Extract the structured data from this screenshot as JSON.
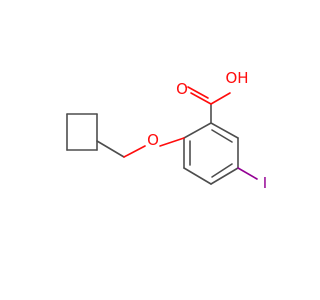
{
  "structure": {
    "atoms": {
      "carbonyl_oxygen": "O",
      "hydroxyl": "OH",
      "ether_oxygen": "O",
      "iodine": "I"
    }
  },
  "colors": {
    "bond": "#4d4d4d",
    "oxygen": "#ff0d0d",
    "iodine": "#940094"
  }
}
